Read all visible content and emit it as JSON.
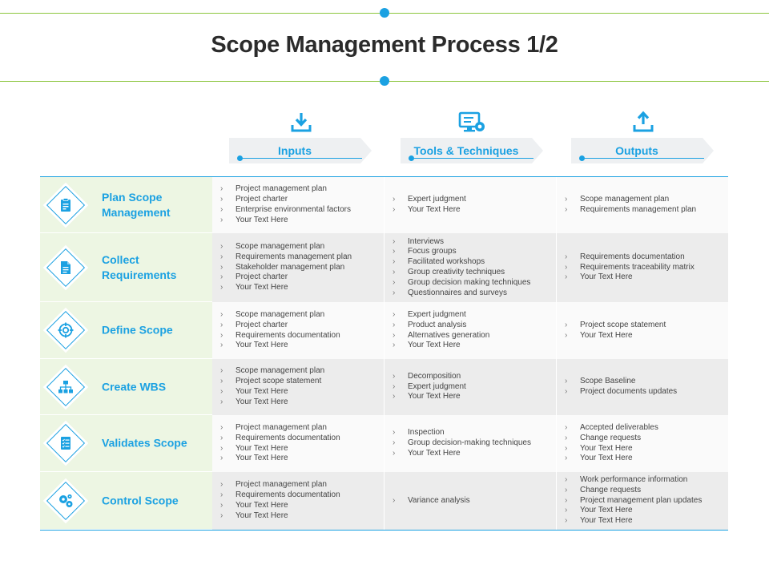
{
  "title": "Scope Management Process 1/2",
  "colors": {
    "accent": "#1ba1e2",
    "green": "#8cc63f",
    "label_bg": "#edf6e3"
  },
  "columns": [
    {
      "label": "Inputs",
      "icon": "download-icon"
    },
    {
      "label": "Tools & Techniques",
      "icon": "monitor-gear-icon"
    },
    {
      "label": "Outputs",
      "icon": "upload-icon"
    }
  ],
  "rows": [
    {
      "label": "Plan Scope Management",
      "icon": "clipboard-icon",
      "inputs": [
        "Project management plan",
        "Project charter",
        "Enterprise environmental factors",
        "Your Text Here"
      ],
      "tools": [
        "Expert judgment",
        "Your Text Here"
      ],
      "outputs": [
        "Scope management plan",
        "Requirements management plan"
      ]
    },
    {
      "label": "Collect Requirements",
      "icon": "document-icon",
      "inputs": [
        "Scope management plan",
        "Requirements management plan",
        "Stakeholder management plan",
        "Project charter",
        "Your Text Here"
      ],
      "tools": [
        "Interviews",
        "Focus groups",
        "Facilitated workshops",
        "Group creativity techniques",
        "Group decision making techniques",
        "Questionnaires and surveys"
      ],
      "outputs": [
        "Requirements documentation",
        "Requirements traceability matrix",
        "Your Text Here"
      ]
    },
    {
      "label": "Define Scope",
      "icon": "target-icon",
      "inputs": [
        "Scope management plan",
        "Project charter",
        "Requirements documentation",
        "Your Text Here"
      ],
      "tools": [
        "Expert judgment",
        "Product analysis",
        "Alternatives generation",
        "Your Text Here"
      ],
      "outputs": [
        "Project scope statement",
        "Your Text Here"
      ]
    },
    {
      "label": "Create WBS",
      "icon": "hierarchy-icon",
      "inputs": [
        "Scope management plan",
        "Project scope statement",
        "Your Text Here",
        "Your Text Here"
      ],
      "tools": [
        "Decomposition",
        "Expert judgment",
        "Your Text Here"
      ],
      "outputs": [
        "Scope Baseline",
        "Project documents updates"
      ]
    },
    {
      "label": "Validates Scope",
      "icon": "checklist-icon",
      "inputs": [
        "Project management plan",
        "Requirements documentation",
        "Your Text Here",
        "Your Text Here"
      ],
      "tools": [
        "Inspection",
        "Group decision-making techniques",
        "Your Text Here"
      ],
      "outputs": [
        "Accepted deliverables",
        "Change requests",
        "Your Text Here",
        "Your Text Here"
      ]
    },
    {
      "label": "Control Scope",
      "icon": "gears-icon",
      "inputs": [
        "Project management plan",
        "Requirements documentation",
        "Your Text Here",
        "Your Text Here"
      ],
      "tools": [
        "Variance analysis"
      ],
      "outputs": [
        "Work performance information",
        "Change requests",
        "Project management plan updates",
        "Your Text Here",
        "Your Text Here"
      ]
    }
  ]
}
